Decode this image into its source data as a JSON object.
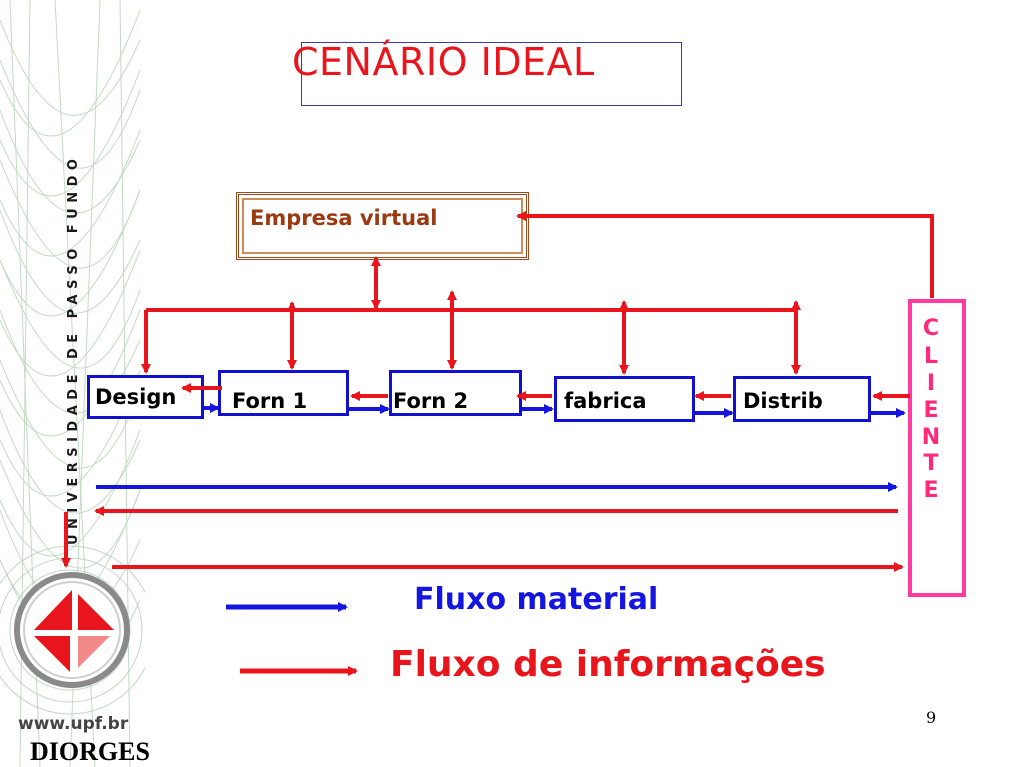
{
  "slide": {
    "title": "CENÁRIO IDEAL",
    "page_number": "9"
  },
  "branding": {
    "university_vertical": "UNIVERSIDADE DE PASSO FUNDO",
    "url": "www.upf.br",
    "author": "DIORGES",
    "logo_color": "#e8161c"
  },
  "diagram": {
    "hub_label": "Empresa virtual",
    "nodes": [
      {
        "id": "design",
        "label": "Design"
      },
      {
        "id": "forn1",
        "label": "Forn 1"
      },
      {
        "id": "forn2",
        "label": "Forn 2"
      },
      {
        "id": "fabrica",
        "label": "fabrica"
      },
      {
        "id": "distrib",
        "label": "Distrib"
      }
    ],
    "client_letters": [
      "C",
      "L",
      "I",
      "E",
      "N",
      "T",
      "E"
    ]
  },
  "legend": {
    "material_label": "Fluxo material",
    "material_color": "#1515e0",
    "info_label": "Fluxo de informações",
    "info_color": "#e8161c"
  }
}
